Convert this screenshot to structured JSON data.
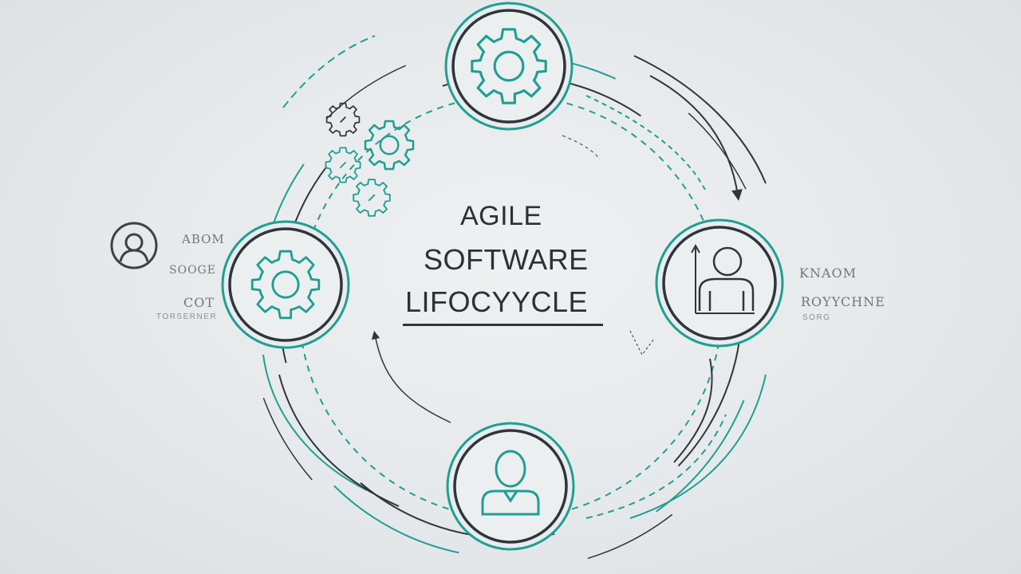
{
  "title": {
    "line1": "AGILE",
    "line2": "SOFTWARE",
    "line3": "LIFOCYYCLE"
  },
  "left_labels": [
    "ABOM",
    "SOOGE",
    "COT",
    "TORSERNER"
  ],
  "right_labels": [
    "KNAOM",
    "ROYYCHNE",
    "SORG"
  ],
  "nodes": [
    {
      "name": "top",
      "icon": "gear-icon"
    },
    {
      "name": "right",
      "icon": "person-growth-icon"
    },
    {
      "name": "bottom",
      "icon": "person-icon"
    },
    {
      "name": "left",
      "icon": "gear-icon"
    }
  ],
  "extra_icons": [
    "gear-cluster-icon",
    "user-circle-icon"
  ],
  "colors": {
    "background": "#e6e9eb",
    "dark_line": "#2f353b",
    "teal": "#1f9f93",
    "text": "#2b3137",
    "muted_text": "#70777c"
  }
}
